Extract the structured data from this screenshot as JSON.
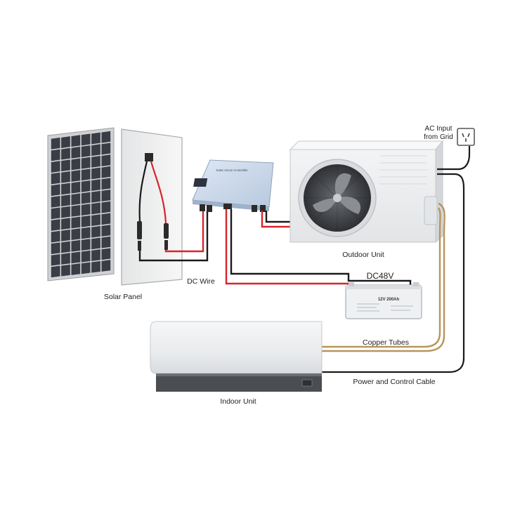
{
  "labels": {
    "solar_panel": "Solar Panel",
    "dc_wire": "DC Wire",
    "outdoor_unit": "Outdoor Unit",
    "ac_input_line1": "AC Input",
    "ac_input_line2": "from Grid",
    "dc48v": "DC48V",
    "battery_text": "12V 200Ah",
    "copper_tubes": "Copper Tubes",
    "power_control_cable": "Power and Control Cable",
    "indoor_unit": "Indoor Unit",
    "controller_title": "Solar Aircon Controller"
  },
  "colors": {
    "red_wire": "#d8232a",
    "black_wire": "#1a1a1a",
    "copper_tube": "#b8955a",
    "panel_cell": "#3a3d45",
    "panel_frame": "#d9dadc",
    "controller_body": "#c9d7ea",
    "indoor_unit_body": "#eceeef",
    "indoor_unit_grill": "#4a4d52",
    "outdoor_unit_body": "#eeeff0"
  },
  "icons": {
    "outlet": "power-outlet-icon",
    "fan": "fan-icon"
  }
}
